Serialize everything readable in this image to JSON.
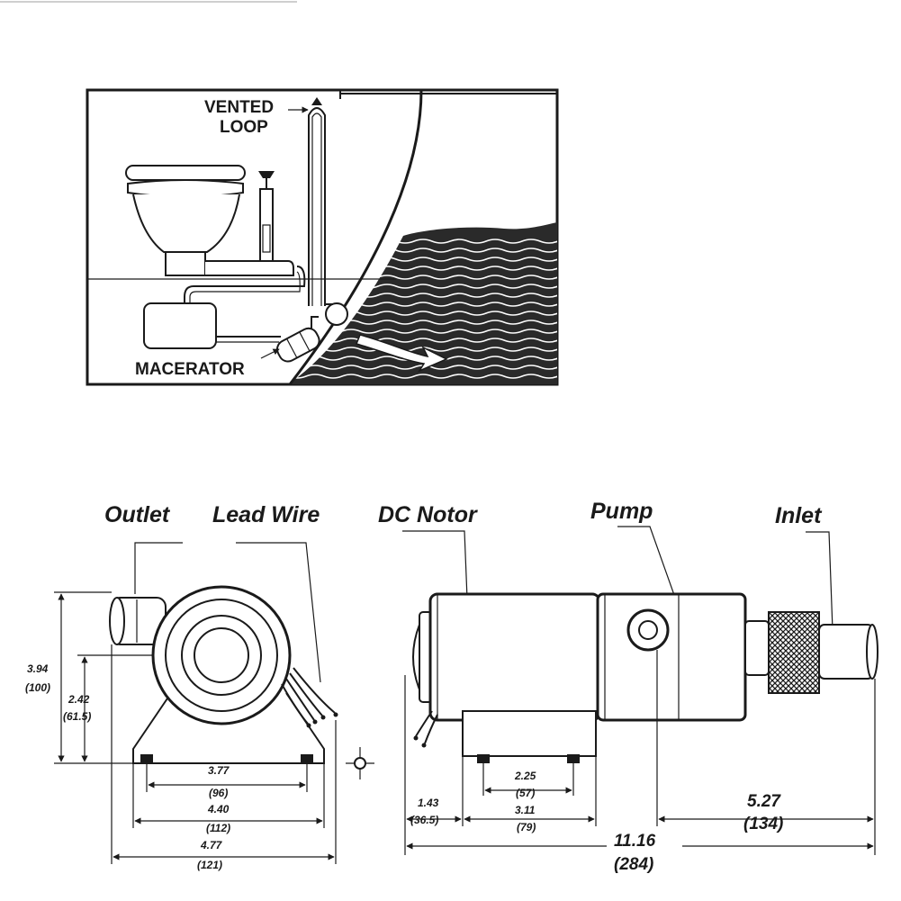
{
  "inset": {
    "vented_loop_line1": "VENTED",
    "vented_loop_line2": "LOOP",
    "macerator": "MACERATOR"
  },
  "callouts": {
    "outlet": "Outlet",
    "lead_wire": "Lead Wire",
    "dc_motor": "DC Notor",
    "pump": "Pump",
    "inlet": "Inlet"
  },
  "dimensions": {
    "height_total": {
      "in": "3.94",
      "mm": "(100)"
    },
    "height_axis": {
      "in": "2.42",
      "mm": "(61.5)"
    },
    "base_holes": {
      "in": "3.77",
      "mm": "(96)"
    },
    "base_width": {
      "in": "4.40",
      "mm": "(112)"
    },
    "overall_width": {
      "in": "4.77",
      "mm": "(121)"
    },
    "foot_holes": {
      "in": "2.25",
      "mm": "(57)"
    },
    "offset_left": {
      "in": "1.43",
      "mm": "(36.5)"
    },
    "foot_length": {
      "in": "3.11",
      "mm": "(79)"
    },
    "axis_to_end": {
      "in": "5.27",
      "mm": "(134)"
    },
    "overall_length": {
      "in": "11.16",
      "mm": "(284)"
    }
  }
}
